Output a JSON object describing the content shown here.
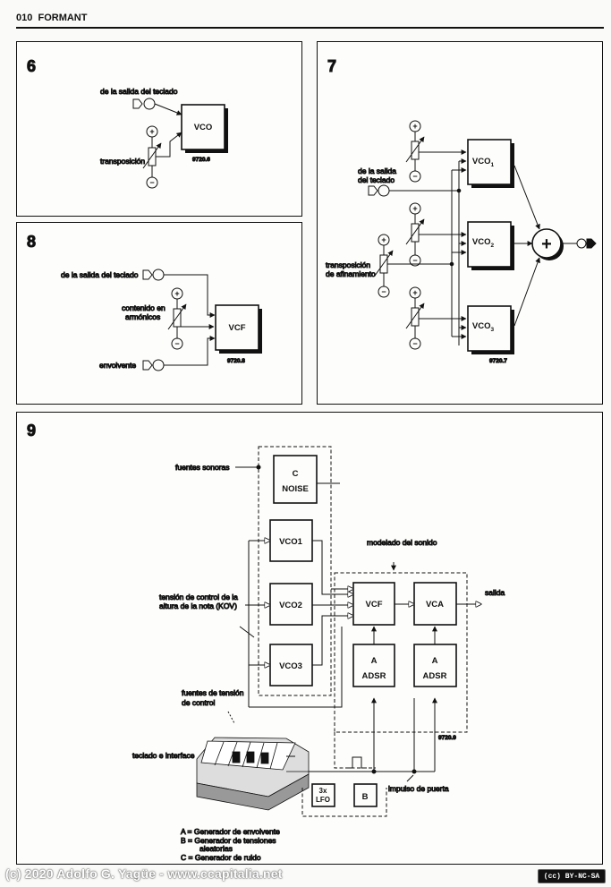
{
  "header": {
    "page_number": "010",
    "title": "FORMANT"
  },
  "fig6": {
    "number": "6",
    "input_label": "de la salida del teclado",
    "pot_label": "transposición",
    "block": "VCO",
    "code": "9720.6"
  },
  "fig7": {
    "number": "7",
    "input_label_1": "de la salida",
    "input_label_2": "del teclado",
    "pot_label_1": "transposición",
    "pot_label_2": "de afinamiento",
    "vco1": "VCO",
    "vco1_sub": "1",
    "vco2": "VCO",
    "vco2_sub": "2",
    "vco3": "VCO",
    "vco3_sub": "3",
    "mixer_symbol": "+",
    "code": "9720.7"
  },
  "fig8": {
    "number": "8",
    "input_label": "de la salida del teclado",
    "pot_label_1": "contenido en",
    "pot_label_2": "armónicos",
    "env_label": "envolvente",
    "block": "VCF",
    "code": "9720.8"
  },
  "fig9": {
    "number": "9",
    "sources_label": "fuentes sonoras",
    "noise_1": "C",
    "noise_2": "NOISE",
    "vco1": "VCO1",
    "vco2": "VCO2",
    "vco3": "VCO3",
    "kov_label_1": "tensión de control de la",
    "kov_label_2": "altura de la nota (KOV)",
    "cv_label_1": "fuentes de tensión",
    "cv_label_2": "de control",
    "shaping_label": "modelado del sonido",
    "vcf": "VCF",
    "vca": "VCA",
    "output_label": "salida",
    "adsr_a": "A",
    "adsr": "ADSR",
    "code": "9720.9",
    "keyboard_label": "teclado e interface",
    "gate_label": "impulso de puerta",
    "lfo_1": "3x",
    "lfo_2": "LFO",
    "random": "B",
    "legend_a": "A  =  Generador de envolvente",
    "legend_b_1": "B  =  Generador de tensiones",
    "legend_b_2": "aleatorias",
    "legend_c": "C  =  Generador de ruido"
  },
  "footer": {
    "copyright": "(c) 2020 Adolfo G. Yagüe - www.ccapitalia.net",
    "license": "BY-NC-SA"
  }
}
